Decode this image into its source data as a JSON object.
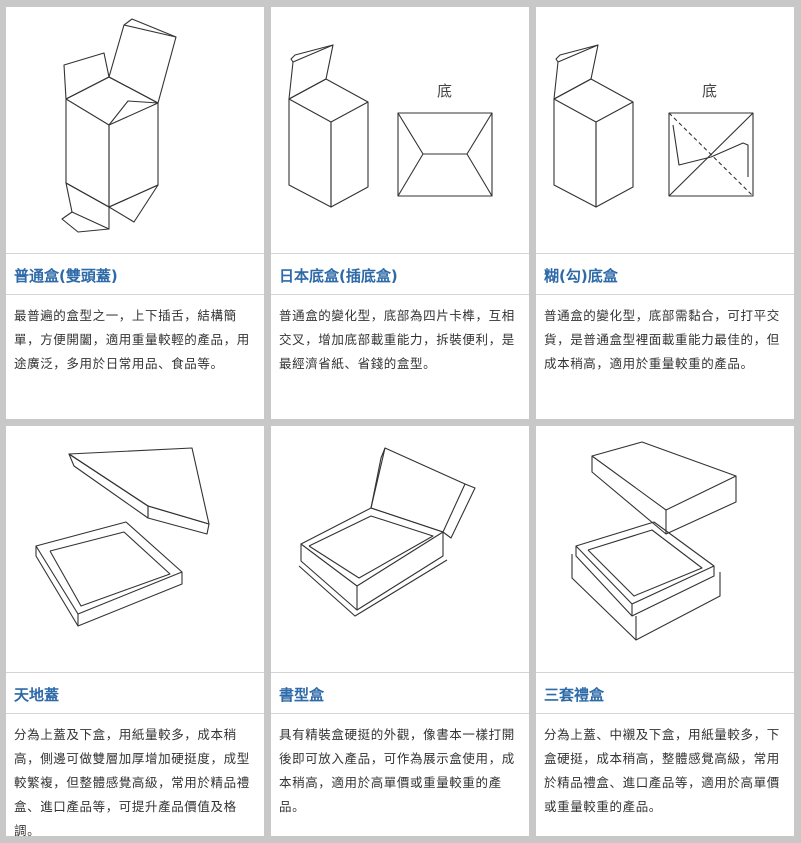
{
  "cards": [
    {
      "title": "普通盒(雙頭蓋)",
      "desc": "最普遍的盒型之一，上下插舌，結構簡單，方便開闔，適用重量較輕的產品，用途廣泛，多用於日常用品、食品等。"
    },
    {
      "title": "日本底盒(插底盒)",
      "desc": "普通盒的變化型，底部為四片卡榫，互相交叉，增加底部載重能力，拆裝便利，是最經濟省紙、省錢的盒型。",
      "bottom_label": "底"
    },
    {
      "title": "糊(勾)底盒",
      "desc": "普通盒的變化型，底部需黏合，可打平交貨，是普通盒型裡面載重能力最佳的，但成本稍高，適用於重量較重的產品。",
      "bottom_label": "底"
    },
    {
      "title": "天地蓋",
      "desc": "分為上蓋及下盒，用紙量較多，成本稍高，側邊可做雙層加厚增加硬挺度，成型較繁複，但整體感覺高級，常用於精品禮盒、進口產品等，可提升產品價值及格調。"
    },
    {
      "title": "書型盒",
      "desc": "具有精裝盒硬挺的外觀，像書本一樣打開後即可放入產品，可作為展示盒使用，成本稍高，適用於高單價或重量較重的產品。"
    },
    {
      "title": "三套禮盒",
      "desc": "分為上蓋、中襯及下盒，用紙量較多，下盒硬挺，成本稍高，整體感覺高級，常用於精品禮盒、進口產品等，適用於高單價或重量較重的產品。"
    }
  ]
}
